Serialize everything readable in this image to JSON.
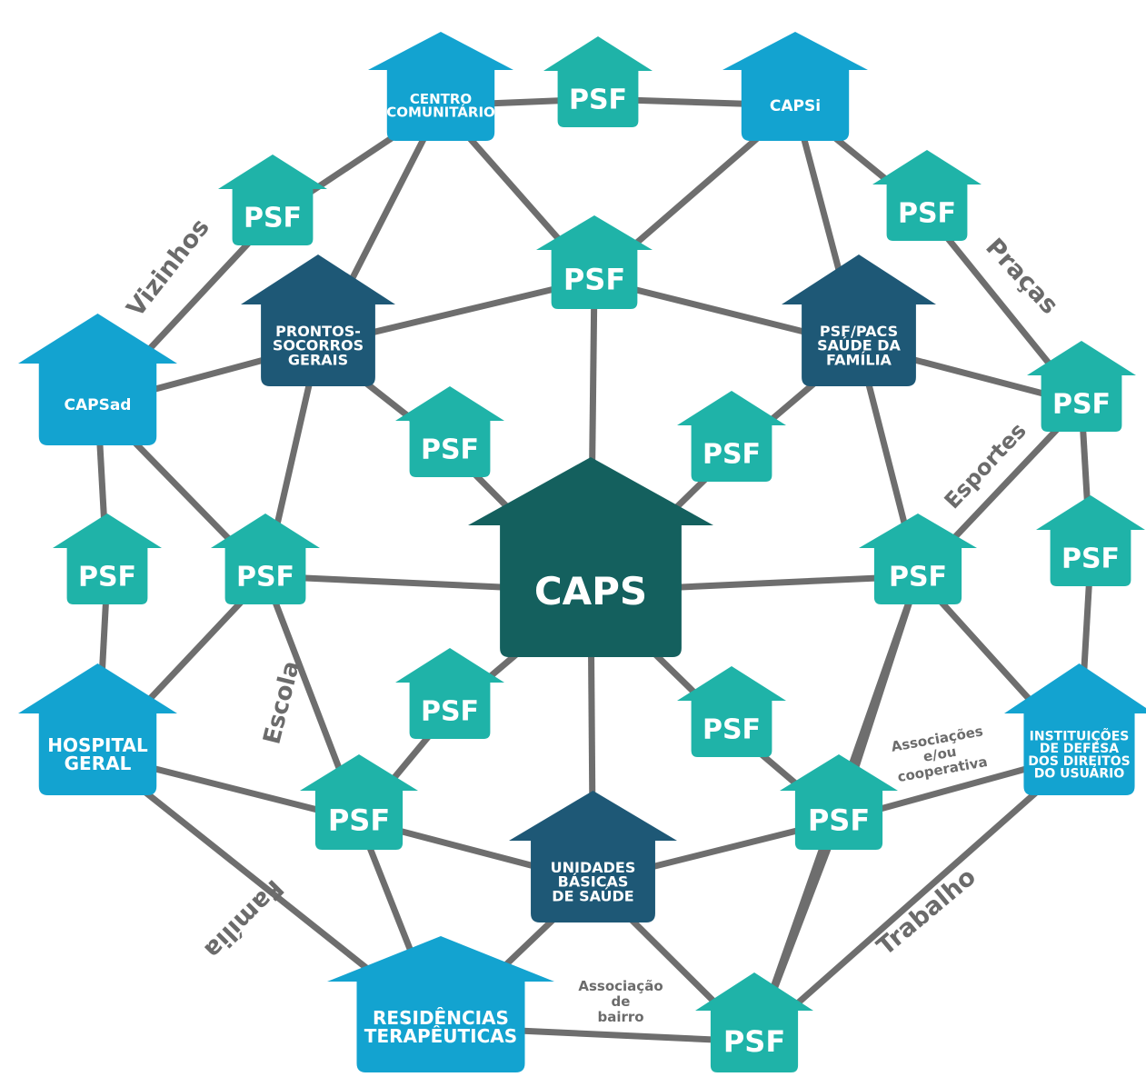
{
  "colors": {
    "edge": "#6e6e6e",
    "psf": "#1fb3a8",
    "light_blue": "#13a3d0",
    "dark_blue": "#1e5876",
    "caps": "#14605e",
    "edge_label": "#6b6b6b"
  },
  "nodes": {
    "centro": {
      "label": [
        "CENTRO",
        "COMUNITÁRIO"
      ],
      "kind": "light_blue"
    },
    "capsi": {
      "label": [
        "CAPSi"
      ],
      "kind": "light_blue"
    },
    "capsad": {
      "label": [
        "CAPSad"
      ],
      "kind": "light_blue"
    },
    "hospital": {
      "label": [
        "HOSPITAL",
        "GERAL"
      ],
      "kind": "light_blue"
    },
    "instituicoes": {
      "label": [
        "INSTITUIÇÕES",
        "DE DEFESA",
        "DOS DIREITOS",
        "DO USUÁRIO"
      ],
      "kind": "light_blue"
    },
    "residencias": {
      "label": [
        "RESIDÊNCIAS",
        "TERAPÊUTICAS"
      ],
      "kind": "light_blue"
    },
    "prontos": {
      "label": [
        "PRONTOS-",
        "SOCORROS",
        "GERAIS"
      ],
      "kind": "dark_blue"
    },
    "pacs": {
      "label": [
        "PSF/PACS",
        "SAÚDE DA",
        "FAMÍLIA"
      ],
      "kind": "dark_blue"
    },
    "ubs": {
      "label": [
        "UNIDADES",
        "BÁSICAS",
        "DE SAÚDE"
      ],
      "kind": "dark_blue"
    },
    "caps": {
      "label": [
        "CAPS"
      ],
      "kind": "caps"
    },
    "psf_top": {
      "label": [
        "PSF"
      ],
      "kind": "psf"
    },
    "psf_ul": {
      "label": [
        "PSF"
      ],
      "kind": "psf"
    },
    "psf_ur": {
      "label": [
        "PSF"
      ],
      "kind": "psf"
    },
    "psf_center": {
      "label": [
        "PSF"
      ],
      "kind": "psf"
    },
    "psf_right": {
      "label": [
        "PSF"
      ],
      "kind": "psf"
    },
    "psf_ic_l": {
      "label": [
        "PSF"
      ],
      "kind": "psf"
    },
    "psf_ic_r": {
      "label": [
        "PSF"
      ],
      "kind": "psf"
    },
    "psf_left": {
      "label": [
        "PSF"
      ],
      "kind": "psf"
    },
    "psf_ml": {
      "label": [
        "PSF"
      ],
      "kind": "psf"
    },
    "psf_mr": {
      "label": [
        "PSF"
      ],
      "kind": "psf"
    },
    "psf_r2": {
      "label": [
        "PSF"
      ],
      "kind": "psf"
    },
    "psf_il_l": {
      "label": [
        "PSF"
      ],
      "kind": "psf"
    },
    "psf_il_r": {
      "label": [
        "PSF"
      ],
      "kind": "psf"
    },
    "psf_bl": {
      "label": [
        "PSF"
      ],
      "kind": "psf"
    },
    "psf_br": {
      "label": [
        "PSF"
      ],
      "kind": "psf"
    },
    "psf_bottom": {
      "label": [
        "PSF"
      ],
      "kind": "psf"
    }
  },
  "edge_labels": {
    "vizinhos": "Vizinhos",
    "pracas": "Praças",
    "esportes": "Esportes",
    "escola": "Escola",
    "familia": "Família",
    "trabalho": "Trabalho",
    "associacoes": [
      "Associações",
      "e/ou",
      "cooperativa"
    ],
    "associacao_bairro": [
      "Associação",
      "de",
      "bairro"
    ]
  }
}
